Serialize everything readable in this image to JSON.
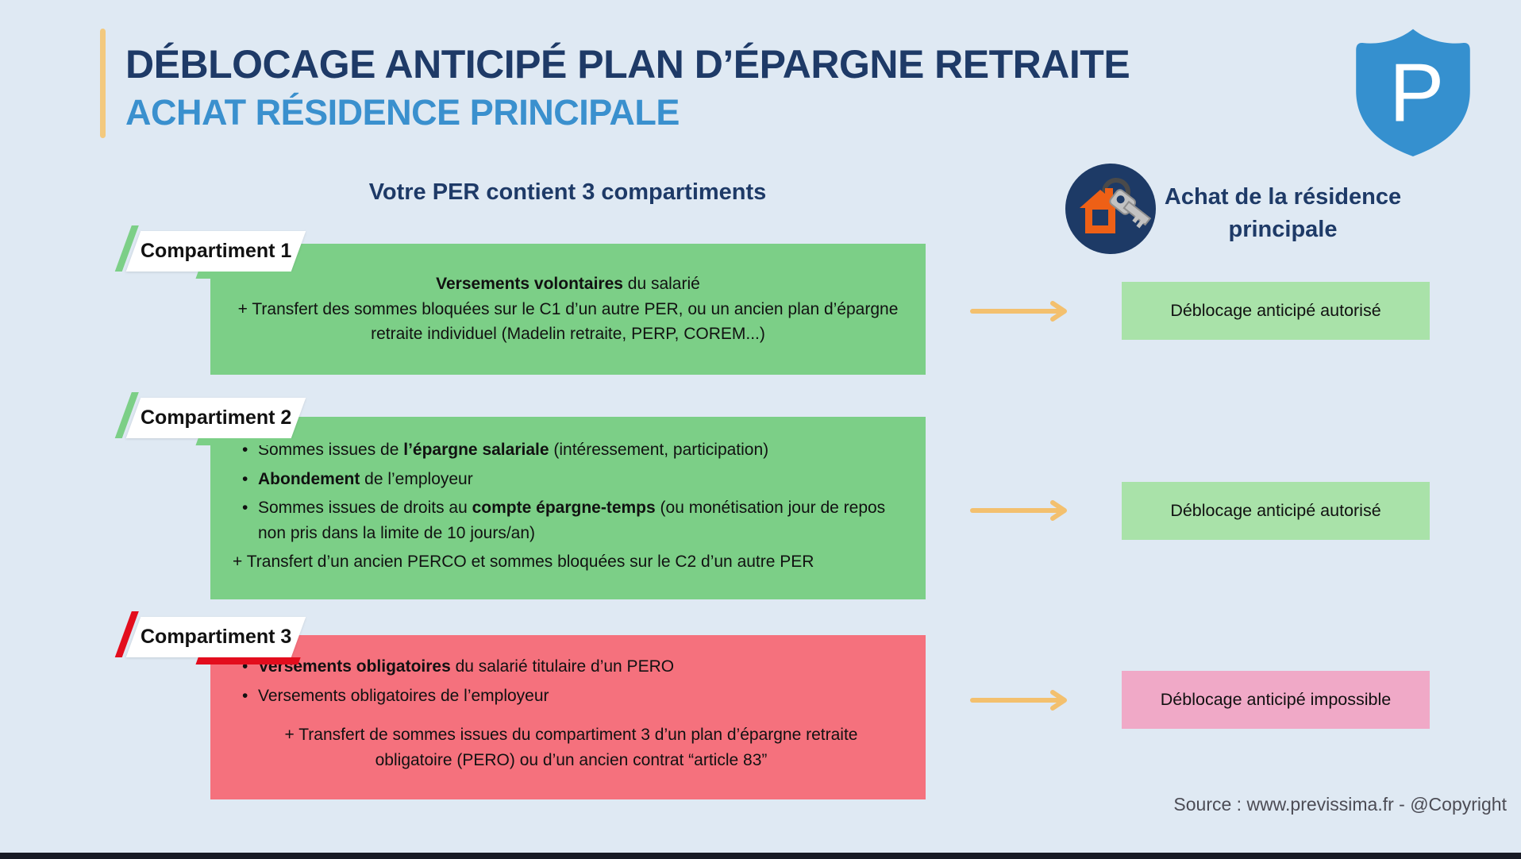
{
  "header": {
    "title_line1": "DÉBLOCAGE ANTICIPÉ PLAN D’ÉPARGNE RETRAITE",
    "title_line2": "ACHAT RÉSIDENCE PRINCIPALE"
  },
  "brand": {
    "logo_letter": "P"
  },
  "columns": {
    "center_heading": "Votre PER contient 3 compartiments",
    "right_heading": "Achat de la résidence principale"
  },
  "icons": {
    "logo": "shield-p-icon",
    "residence": "house-keys-icon",
    "arrow": "arrow-right-icon"
  },
  "colors": {
    "background": "#dfe9f3",
    "navy": "#1e3a67",
    "light_blue": "#3a90ce",
    "gold_bar": "#f3c97e",
    "arrow": "#f3c06e",
    "green_box": "#7ccf87",
    "green_result": "#a9e2a9",
    "red_box": "#f5717d",
    "red_accent": "#e30d1d",
    "pink_result": "#f0a9c7",
    "logo_blue": "#3590cf",
    "icon_circle_navy": "#1d3a66",
    "house_orange": "#ee6016"
  },
  "compartments": [
    {
      "label": "Compartiment 1",
      "line1": {
        "bold": "Versements volontaires",
        "post": " du salarié"
      },
      "line2": "+ Transfert des sommes bloquées sur le C1 d’un autre PER, ou un ancien plan d’épargne retraite individuel (Madelin retraite, PERP, COREM...)",
      "result": "Déblocage anticipé autorisé"
    },
    {
      "label": "Compartiment 2",
      "bullets": [
        {
          "pre": "Sommes issues de ",
          "bold": "l’épargne salariale",
          "post": " (intéressement, participation)"
        },
        {
          "pre": "",
          "bold": "Abondement",
          "post": " de l’employeur"
        },
        {
          "pre": "Sommes issues de droits au ",
          "bold": "compte épargne-temps",
          "post": " (ou monétisation jour de repos non pris dans la limite de 10 jours/an)"
        }
      ],
      "transfer": "+ Transfert d’un ancien PERCO et sommes bloquées sur le C2 d’un autre PER",
      "result": "Déblocage anticipé autorisé"
    },
    {
      "label": "Compartiment 3",
      "bullets": [
        {
          "pre": "",
          "bold": "Versements obligatoires",
          "post": " du salarié titulaire d’un PERO"
        },
        {
          "pre": "Versements obligatoires de l’employeur",
          "bold": "",
          "post": ""
        }
      ],
      "transfer": "+ Transfert de sommes issues du compartiment 3 d’un plan d’épargne retraite obligatoire (PERO) ou d’un ancien contrat “article 83”",
      "result": "Déblocage anticipé impossible"
    }
  ],
  "footer": {
    "source": "Source : www.previssima.fr - @Copyright"
  }
}
